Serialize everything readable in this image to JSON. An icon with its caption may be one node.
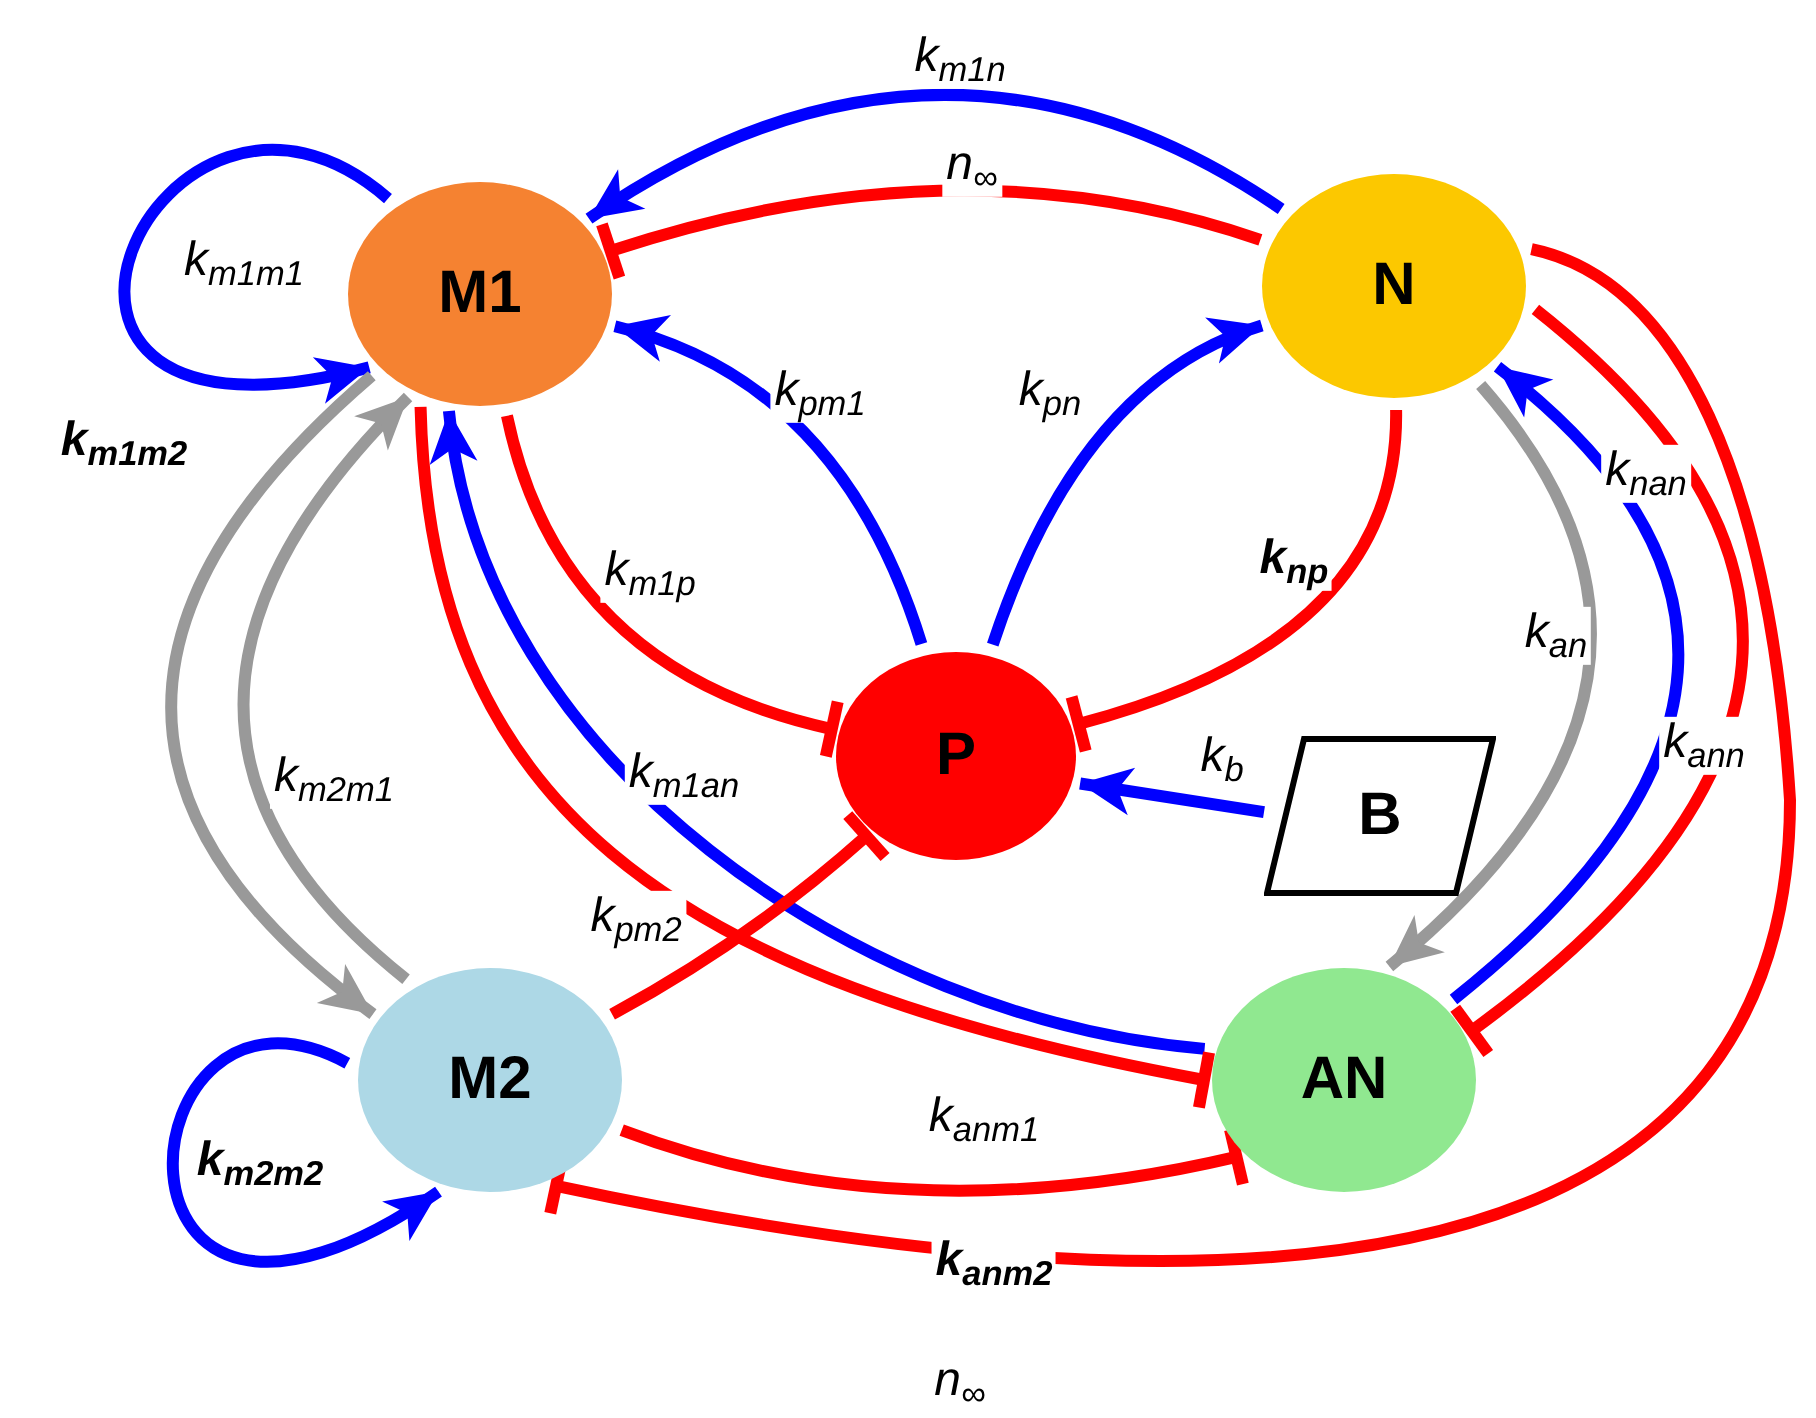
{
  "diagram": {
    "nodes": [
      {
        "text": [
          "M1"
        ]
      },
      {
        "text": [
          "N"
        ]
      },
      {
        "text": [
          "P"
        ]
      },
      {
        "text": [
          "B"
        ]
      },
      {
        "text": [
          "M2"
        ]
      },
      {
        "text": [
          "AN"
        ]
      }
    ],
    "edges": [
      {
        "from": 1,
        "to": 0,
        "arrow": "to",
        "label": "k$_{m1n}$",
        "color": "#0000ff"
      },
      {
        "from": 1,
        "to": 0,
        "arrow": "other",
        "label": "n$_{∞}$",
        "color": "#ff0000"
      },
      {
        "from": 0,
        "to": 0,
        "arrow": "to",
        "label": "k$_{m1m1}$",
        "color": "#0000ff"
      },
      {
        "from": 2,
        "to": 0,
        "arrow": "to",
        "label": "k$_{pm1}$",
        "color": "#0000ff"
      },
      {
        "from": 2,
        "to": 1,
        "arrow": "to",
        "label": "k$_{pn}$",
        "color": "#0000ff"
      },
      {
        "from": 0,
        "to": 2,
        "arrow": "other",
        "label": "k$_{m1p}$",
        "color": "#ff0000"
      },
      {
        "from": 1,
        "to": 2,
        "arrow": "other",
        "label": "k$_{np}$",
        "color": "#ff0000"
      },
      {
        "from": 3,
        "to": 2,
        "arrow": "to",
        "label": "k$_{b}$",
        "color": "#0000ff"
      },
      {
        "from": 1,
        "to": 5,
        "arrow": "to",
        "label": "k$_{an}$",
        "color": "#999999"
      },
      {
        "from": 5,
        "to": 1,
        "arrow": "to",
        "label": "k$_{nan}$",
        "color": "#0000ff"
      },
      {
        "from": 1,
        "to": 5,
        "arrow": "other",
        "label": "k$_{ann}$",
        "color": "#ff0000"
      },
      {
        "from": 1,
        "to": 4,
        "arrow": "other",
        "label": "n$_{∞}$",
        "color": "#ff0000"
      },
      {
        "from": 0,
        "to": 4,
        "arrow": "to",
        "label": "k$_{m1m2}$",
        "color": "#999999"
      },
      {
        "from": 4,
        "to": 0,
        "arrow": "to",
        "label": "k$_{m2m1}$",
        "color": "#999999"
      },
      {
        "from": 5,
        "to": 0,
        "arrow": "to",
        "label": "k$_{m1an}$",
        "color": "#0000ff"
      },
      {
        "from": 0,
        "to": 5,
        "arrow": "other",
        "label": "k$_{anm1}$",
        "color": "#ff0000"
      },
      {
        "from": 4,
        "to": 2,
        "arrow": "other",
        "label": "k$_{pm2}$",
        "color": "#ff0000"
      },
      {
        "from": 4,
        "to": 5,
        "arrow": "other",
        "label": "k$_{anm2}$",
        "color": "#ff0000"
      },
      {
        "from": 4,
        "to": 4,
        "arrow": "to",
        "label": "k$_{m2m2}$",
        "color": "#0000ff"
      }
    ]
  }
}
